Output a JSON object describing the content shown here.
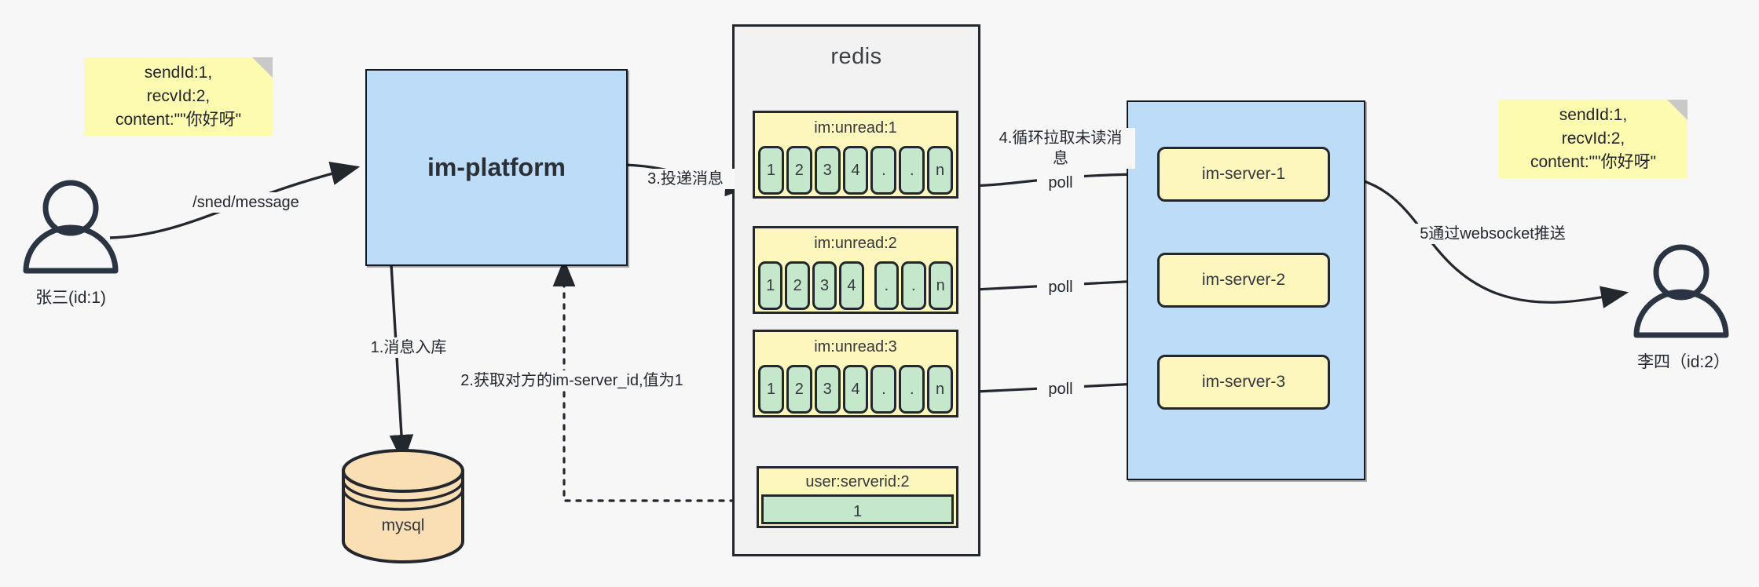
{
  "diagram": {
    "title": "IM message delivery architecture",
    "colors": {
      "background": "#f7f7f8",
      "note": "#fdfbaf",
      "process": "#bcdcf8",
      "list_header": "#fdf6bd",
      "list_cell": "#c5e8cd",
      "database": "#fbdfb4",
      "stroke": "#23272e"
    }
  },
  "actors": {
    "sender": {
      "label": "张三(id:1)",
      "icon": "user-icon"
    },
    "receiver": {
      "label": "李四（id:2）",
      "icon": "user-icon"
    }
  },
  "notes": {
    "left": {
      "text": "sendId:1,\nrecvId:2,\ncontent:\"\"你好呀\""
    },
    "right": {
      "text": "sendId:1,\nrecvId:2,\ncontent:\"\"你好呀\""
    }
  },
  "platform": {
    "label": "im-platform"
  },
  "database": {
    "label": "mysql"
  },
  "redis": {
    "title": "redis",
    "lists": [
      {
        "key": "im:unread:1",
        "cells": [
          "1",
          "2",
          "3",
          "4",
          ".",
          ".",
          "n"
        ]
      },
      {
        "key": "im:unread:2",
        "cells": [
          "1",
          "2",
          "3",
          "4",
          ".",
          ".",
          "n"
        ]
      },
      {
        "key": "im:unread:3",
        "cells": [
          "1",
          "2",
          "3",
          "4",
          ".",
          ".",
          "n"
        ]
      }
    ],
    "kv": {
      "key": "user:serverid:2",
      "value": "1"
    }
  },
  "server_cluster": {
    "nodes": [
      {
        "label": "im-server-1"
      },
      {
        "label": "im-server-2"
      },
      {
        "label": "im-server-3"
      }
    ]
  },
  "edges": {
    "send_message": "/sned/message",
    "step1": "1.消息入库",
    "step2": "2.获取对方的im-server_id,值为1",
    "step3": "3.投递消息",
    "step4": "4.循环拉取未读消\n息",
    "step5": "5通过websocket推送",
    "poll1": "poll",
    "poll2": "poll",
    "poll3": "poll"
  }
}
